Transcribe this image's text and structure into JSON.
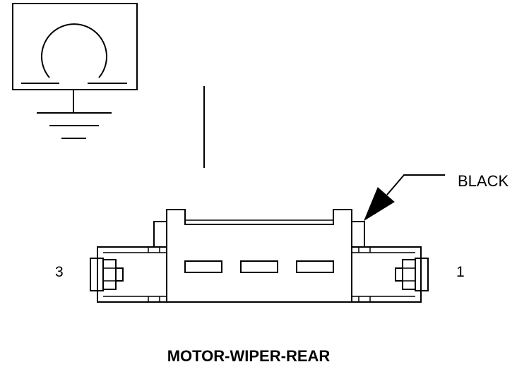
{
  "labels": {
    "pin_left": "3",
    "pin_right": "1",
    "wire_color": "BLACK",
    "title": "MOTOR-WIPER-REAR"
  },
  "icons": {
    "ground_symbol": "ground-icon",
    "motor_symbol": "motor-icon",
    "callout_arrow": "arrow-icon"
  }
}
